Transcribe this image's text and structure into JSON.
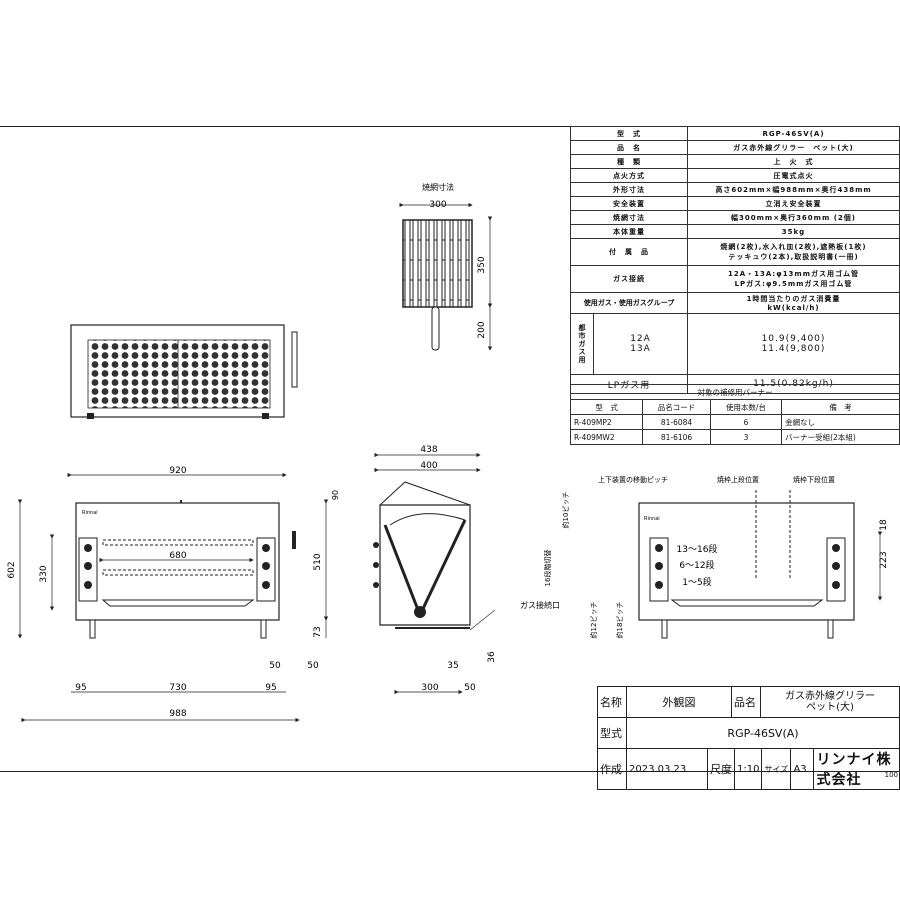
{
  "spec_table": {
    "rows": [
      {
        "key": "型　式",
        "value": "RGP-46SV(A)"
      },
      {
        "key": "品　名",
        "value": "ガス赤外線グリラー　ペット(大)"
      },
      {
        "key": "種　類",
        "value": "上　火　式"
      },
      {
        "key": "点火方式",
        "value": "圧電式点火"
      },
      {
        "key": "外形寸法",
        "value": "高さ602mm×幅988mm×奥行438mm"
      },
      {
        "key": "安全装置",
        "value": "立消え安全装置"
      },
      {
        "key": "焼網寸法",
        "value": "幅300mm×奥行360mm (2個)"
      },
      {
        "key": "本体重量",
        "value": "35kg"
      },
      {
        "key": "付　属　品",
        "value": "焼網(2枚),水入れ皿(2枚),遮熱板(1枚)",
        "value2": "テッキュウ(2本),取扱説明書(一冊)"
      },
      {
        "key": "ガス接続",
        "value": "12A・13A:φ13mmガス用ゴム管",
        "value2": "LPガス:φ9.5mmガス用ゴム管"
      }
    ],
    "gas_header": {
      "key": "使用ガス・使用ガスグループ",
      "value": "1時間当たりのガス消費量",
      "value2": "kW(kcal/h)"
    },
    "city_gas_label": "都市ガス用",
    "city_gas": [
      {
        "group": "12A",
        "value": "10.9(9,400)"
      },
      {
        "group": "13A",
        "value": "11.4(9,800)"
      }
    ],
    "lp_gas": {
      "group": "LPガス用",
      "value": "11.5(0.82kg/h)"
    }
  },
  "parts_table": {
    "caption": "対象の補修用バーナー",
    "headers": [
      "型　式",
      "品名コード",
      "使用本数/台",
      "備　考"
    ],
    "rows": [
      [
        "R-409MP2",
        "81-6084",
        "6",
        "金網なし"
      ],
      [
        "R-409MW2",
        "81-6106",
        "3",
        "バーナー受組(2本組)"
      ]
    ]
  },
  "title_block": {
    "name_label": "名称",
    "name_value": "外観図",
    "product_label": "品名",
    "product_value_1": "ガス赤外線グリラー",
    "product_value_2": "ペット(大)",
    "model_label": "型式",
    "model_value": "RGP-46SV(A)",
    "made_label": "作成",
    "date": "2023.03.23",
    "scale_label": "尺度",
    "scale": "1:10",
    "size_label": "サイズ",
    "size": "A3",
    "company": "リンナイ株式会社",
    "page_code": "100"
  },
  "grill_net": {
    "title": "焼網寸法",
    "width": "300",
    "depth": "350",
    "handle": "200"
  },
  "front_view": {
    "dims": {
      "top_width": "920",
      "inner_width": "680",
      "height_total": "602",
      "height_inner": "330",
      "side_height": "510",
      "leg": "73",
      "leg_gap_l": "50",
      "leg_gap_r": "50",
      "left_margin": "95",
      "middle": "730",
      "right_margin": "95",
      "overall": "988"
    },
    "brand": "Rinnai"
  },
  "side_view": {
    "dims": {
      "depth_total": "438",
      "depth_top": "400",
      "lid_open": "90",
      "base": "300",
      "foot": "50",
      "offset": "35",
      "gas_height": "36"
    },
    "gas_label": "ガス接続口"
  },
  "levels_view": {
    "move_pitch": "上下装置の移動ピッチ",
    "grill_top": "焼枠上段位置",
    "grill_bottom": "焼枠下段位置",
    "pitch_10": "約10ピッチ",
    "switch_16": "16段階切替",
    "pitch_12": "約12ピッチ",
    "pitch_18": "約18ピッチ",
    "level_1": "13〜16段",
    "level_2": "6〜12段",
    "level_3": "1〜5段",
    "dim_18": "18",
    "dim_223": "223",
    "brand": "Rinnai"
  }
}
